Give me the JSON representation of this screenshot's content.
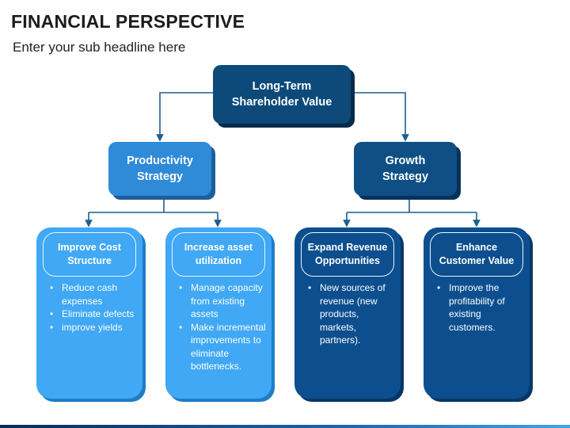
{
  "header": {
    "title": "FINANCIAL PERSPECTIVE",
    "subtitle": "Enter your sub headline here"
  },
  "diagram": {
    "root": {
      "label": "Long-Term\nShareholder Value"
    },
    "branches": [
      {
        "label": "Productivity\nStrategy",
        "color": "#2f8ad8"
      },
      {
        "label": "Growth\nStrategy",
        "color": "#0f4f86"
      }
    ],
    "cards": [
      {
        "heading": "Improve Cost\nStructure",
        "bullets": [
          "Reduce cash expenses",
          "Eliminate defects",
          "improve yields"
        ]
      },
      {
        "heading": "Increase asset\nutilization",
        "bullets": [
          "Manage capacity from existing assets",
          "Make incremental improvements to eliminate bottlenecks."
        ]
      },
      {
        "heading": "Expand Revenue\nOpportunities",
        "bullets": [
          "New sources of revenue (new products, markets, partners)."
        ]
      },
      {
        "heading": "Enhance\nCustomer Value",
        "bullets": [
          "Improve the profitability of existing customers."
        ]
      }
    ]
  },
  "colors": {
    "dark_navy": "#0d4a7a",
    "light_blue": "#40a8f4",
    "mid_blue": "#2f8ad8",
    "connector": "#1d5f91"
  }
}
